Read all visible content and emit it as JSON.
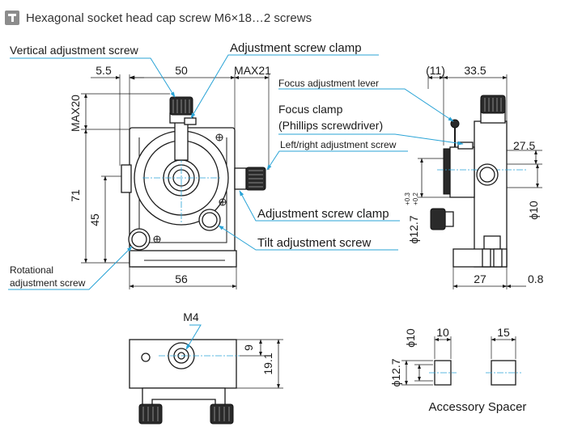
{
  "header": {
    "icon": "screw-type-icon",
    "title": "Hexagonal socket head cap screw M6×18…2 screws"
  },
  "front_view": {
    "labels": {
      "vertical_adjustment_screw": "Vertical adjustment screw",
      "adjustment_screw_clamp_top": "Adjustment screw clamp",
      "left_right_adjustment_screw": "Left/right adjustment screw",
      "adjustment_screw_clamp_right": "Adjustment screw clamp",
      "tilt_adjustment_screw": "Tilt adjustment screw",
      "rotational_line1": "Rotational",
      "rotational_line2": "adjustment screw"
    },
    "dims": {
      "offset_left": "5.5",
      "width_top": "50",
      "max_right": "MAX21",
      "max_top": "MAX20",
      "height_total": "71",
      "center_height": "45",
      "base_width": "56"
    }
  },
  "side_view": {
    "labels": {
      "focus_adjustment_lever": "Focus adjustment lever",
      "focus_clamp": "Focus clamp",
      "phillips": "(Phillips screwdriver)"
    },
    "dims": {
      "paren_11": "(11)",
      "depth_top": "33.5",
      "center_offset": "27.5",
      "bore_diameter": "ϕ10",
      "holder_diameter": "ϕ12.7",
      "tolerance_upper": "+0.3",
      "tolerance_lower": "+0.2",
      "base_depth": "27",
      "base_step": "0.8"
    }
  },
  "top_view": {
    "thread_label": "M4",
    "dims": {
      "hole_offset": "9",
      "depth": "19.1"
    }
  },
  "spacers": {
    "caption": "Accessory Spacer",
    "outer_diameter": "ϕ12.7",
    "inner_diameter": "ϕ10",
    "length_short": "10",
    "length_long": "15"
  }
}
